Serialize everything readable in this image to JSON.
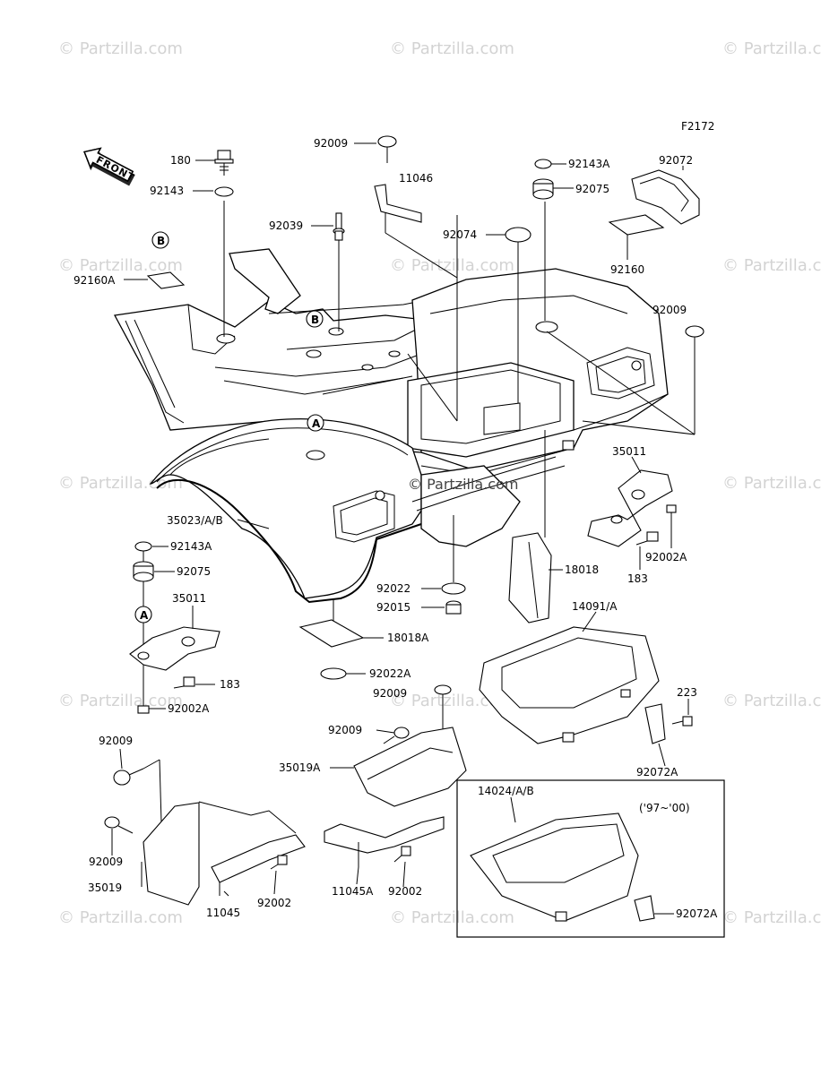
{
  "figure_code": "F2172",
  "front_label": "FRONT",
  "model_note": "('97~'00)",
  "watermark": "© Partzilla.com",
  "watermark_center": "© Partzilla.com",
  "circle_refs": {
    "a": "A",
    "b": "B"
  },
  "part_labels": {
    "p180": "180",
    "p92143": "92143",
    "p92160A": "92160A",
    "p92009_top": "92009",
    "p11046": "11046",
    "p92039": "92039",
    "p92143A_top": "92143A",
    "p92075_top": "92075",
    "p92074": "92074",
    "p92072": "92072",
    "p92160": "92160",
    "p92009_right": "92009",
    "p35011_right": "35011",
    "p92002A_right": "92002A",
    "p183_right": "183",
    "p18018": "18018",
    "p35023": "35023/A/B",
    "p92143A_left": "92143A",
    "p92075_left": "92075",
    "p35011_left": "35011",
    "p183_left": "183",
    "p92002A_left": "92002A",
    "p92022": "92022",
    "p92015": "92015",
    "p18018A": "18018A",
    "p92022A": "92022A",
    "p92009_mid": "92009",
    "p14091": "14091/A",
    "p223": "223",
    "p92072A_right": "92072A",
    "p92009_c1": "92009",
    "p35019A": "35019A",
    "p92009_l1": "92009",
    "p92009_l2": "92009",
    "p35019": "35019",
    "p11045": "11045",
    "p92002_l": "92002",
    "p11045A": "11045A",
    "p92002_c": "92002",
    "p14024": "14024/A/B",
    "p92072A_box": "92072A"
  }
}
